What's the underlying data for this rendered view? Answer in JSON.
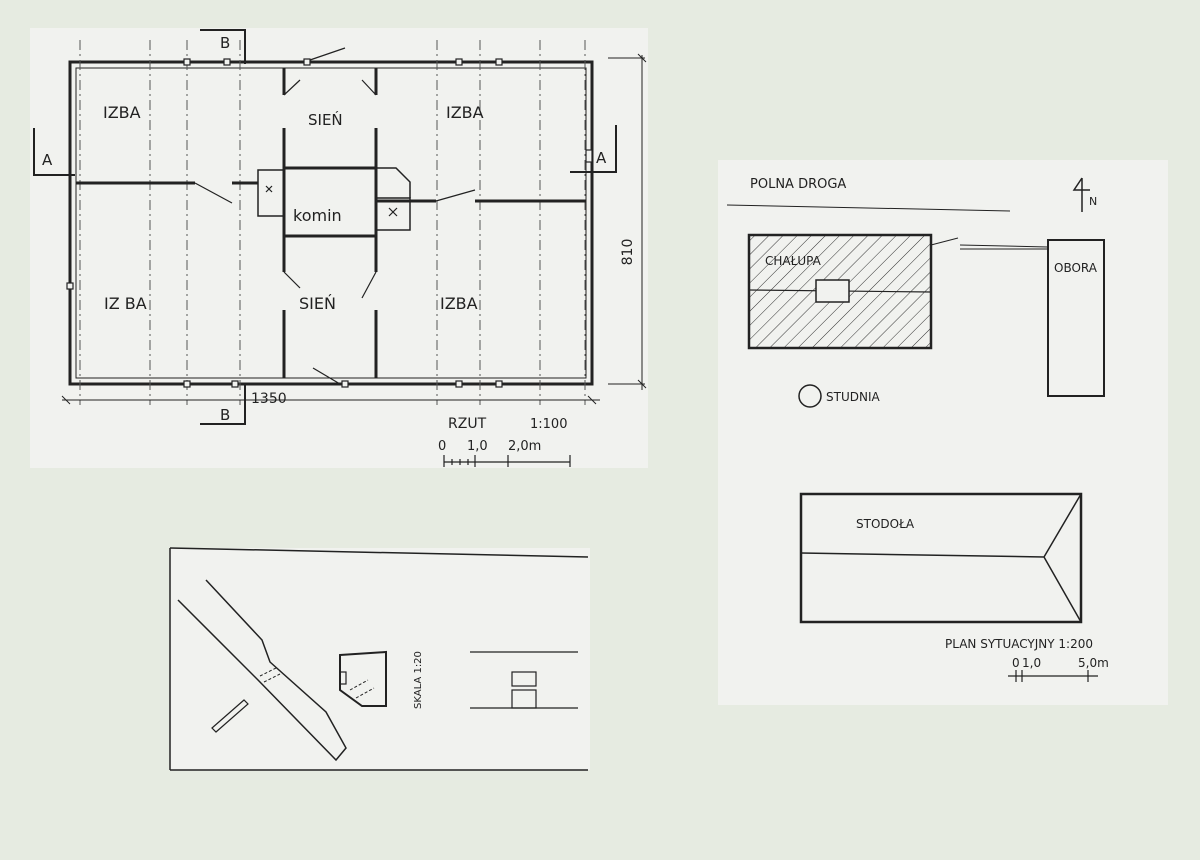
{
  "floor_plan": {
    "rooms": {
      "izba_top_left": "IZBA",
      "sien_top": "SIEŃ",
      "izba_top_right": "IZBA",
      "izba_bottom_left": "IZ BA",
      "sien_bottom": "SIEŃ",
      "izba_bottom_right": "IZBA",
      "komin": "komin"
    },
    "section_marks": {
      "a_left": "A",
      "a_right": "A",
      "b_top": "B",
      "b_bottom": "B"
    },
    "dim_width": "1350",
    "dim_height": "810",
    "title": "RZUT",
    "scale": "1:100",
    "scale_bar": {
      "t0": "0",
      "t1": "1,0",
      "t2": "2,0m"
    }
  },
  "site_plan": {
    "road": "POLNA DROGA",
    "north": "N",
    "chalupa": "CHAŁUPA",
    "obora": "OBORA",
    "studnia": "STUDNIA",
    "stodola": "STODOŁA",
    "title": "PLAN SYTUACYJNY 1:200",
    "scale_bar": {
      "t0": "0",
      "t1": "1,0",
      "t2": "5,0m"
    }
  },
  "detail": {
    "scale_label": "SKALA 1:20"
  }
}
